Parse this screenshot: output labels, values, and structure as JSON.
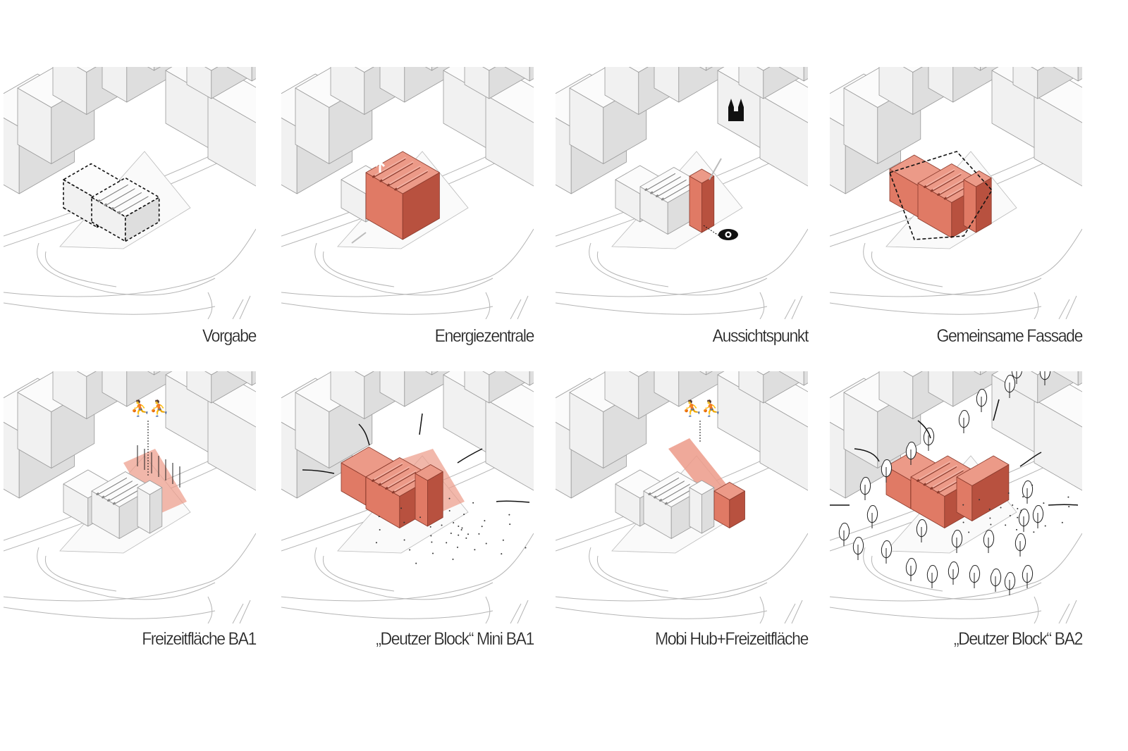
{
  "colors": {
    "accent": "#e07a65",
    "accent_dark": "#b8513f",
    "accent_light": "#ec9a88"
  },
  "panels": [
    {
      "id": "vorgabe",
      "label": "Vorgabe"
    },
    {
      "id": "energiezentrale",
      "label": "Energiezentrale"
    },
    {
      "id": "aussichtspunkt",
      "label": "Aussichtspunkt"
    },
    {
      "id": "fassade",
      "label": "Gemeinsame Fassade"
    },
    {
      "id": "freizeit",
      "label": "Freizeitfläche BA1"
    },
    {
      "id": "mini",
      "label": "„Deutzer Block“ Mini BA1"
    },
    {
      "id": "mobi",
      "label": "Mobi Hub+Freizeitfläche"
    },
    {
      "id": "ba2",
      "label": "„Deutzer Block“ BA2"
    }
  ]
}
